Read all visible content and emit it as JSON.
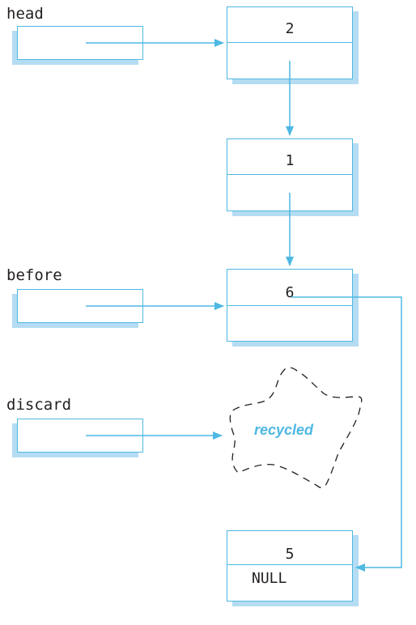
{
  "pointers": {
    "head": "head",
    "before": "before",
    "discard": "discard"
  },
  "nodes": {
    "n2": {
      "value": "2"
    },
    "n1": {
      "value": "1"
    },
    "n6": {
      "value": "6"
    },
    "n5": {
      "value": "5",
      "next": "NULL"
    }
  },
  "recycled_label": "recycled",
  "colors": {
    "line": "#4eb8e3",
    "shadow": "#b4dcf2",
    "text": "#231f20"
  }
}
